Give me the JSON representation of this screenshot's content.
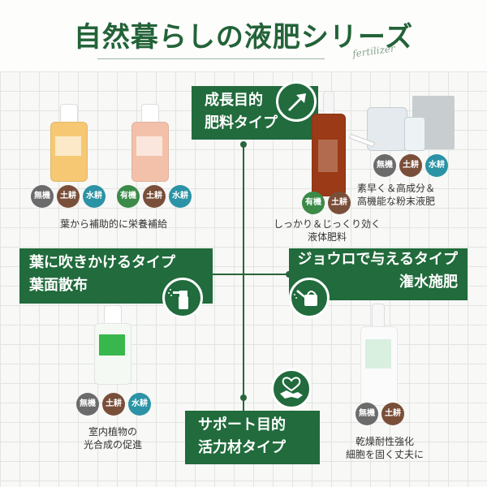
{
  "header": {
    "title": "自然暮らしの液肥シリーズ",
    "script_word": "fertilizer",
    "title_color": "#236338"
  },
  "colors": {
    "label_green": "#216b3c",
    "badge_gray": "#6b6b6b",
    "badge_brown": "#7a4f3a",
    "badge_teal": "#2b93a5",
    "badge_green": "#3b8a48"
  },
  "categories": {
    "top": {
      "line1": "成長目的",
      "line2": "肥料タイプ",
      "icon": "growth-arrow-icon"
    },
    "left": {
      "line1": "葉に吹きかけるタイプ",
      "line2": "葉面散布",
      "icon": "spray-bottle-icon"
    },
    "right": {
      "line1": "ジョウロで与えるタイプ",
      "line2": "潅水施肥",
      "icon": "watering-can-icon"
    },
    "bottom": {
      "line1": "サポート目的",
      "line2": "活力材タイプ",
      "icon": "handshake-heart-icon"
    }
  },
  "products": {
    "top_left": {
      "badges": [
        "無機",
        "土耕",
        "水耕"
      ],
      "desc": [
        "葉から補助的に栄養補給"
      ]
    },
    "top_left_2": {
      "badges": [
        "有機",
        "土耕",
        "水耕"
      ]
    },
    "top_right_1": {
      "badges": [
        "有機",
        "土耕"
      ],
      "desc": [
        "しっかり＆じっくり効く",
        "液体肥料"
      ]
    },
    "top_right_2": {
      "badges": [
        "無機",
        "土耕",
        "水耕"
      ],
      "desc": [
        "素早く＆高成分＆",
        "高機能な粉末液肥"
      ]
    },
    "bottom_left": {
      "badges": [
        "無機",
        "土耕",
        "水耕"
      ],
      "desc": [
        "室内植物の",
        "光合成の促進"
      ]
    },
    "bottom_right": {
      "badges": [
        "無機",
        "土耕"
      ],
      "desc": [
        "乾燥耐性強化",
        "細胞を固く丈夫に"
      ]
    }
  }
}
